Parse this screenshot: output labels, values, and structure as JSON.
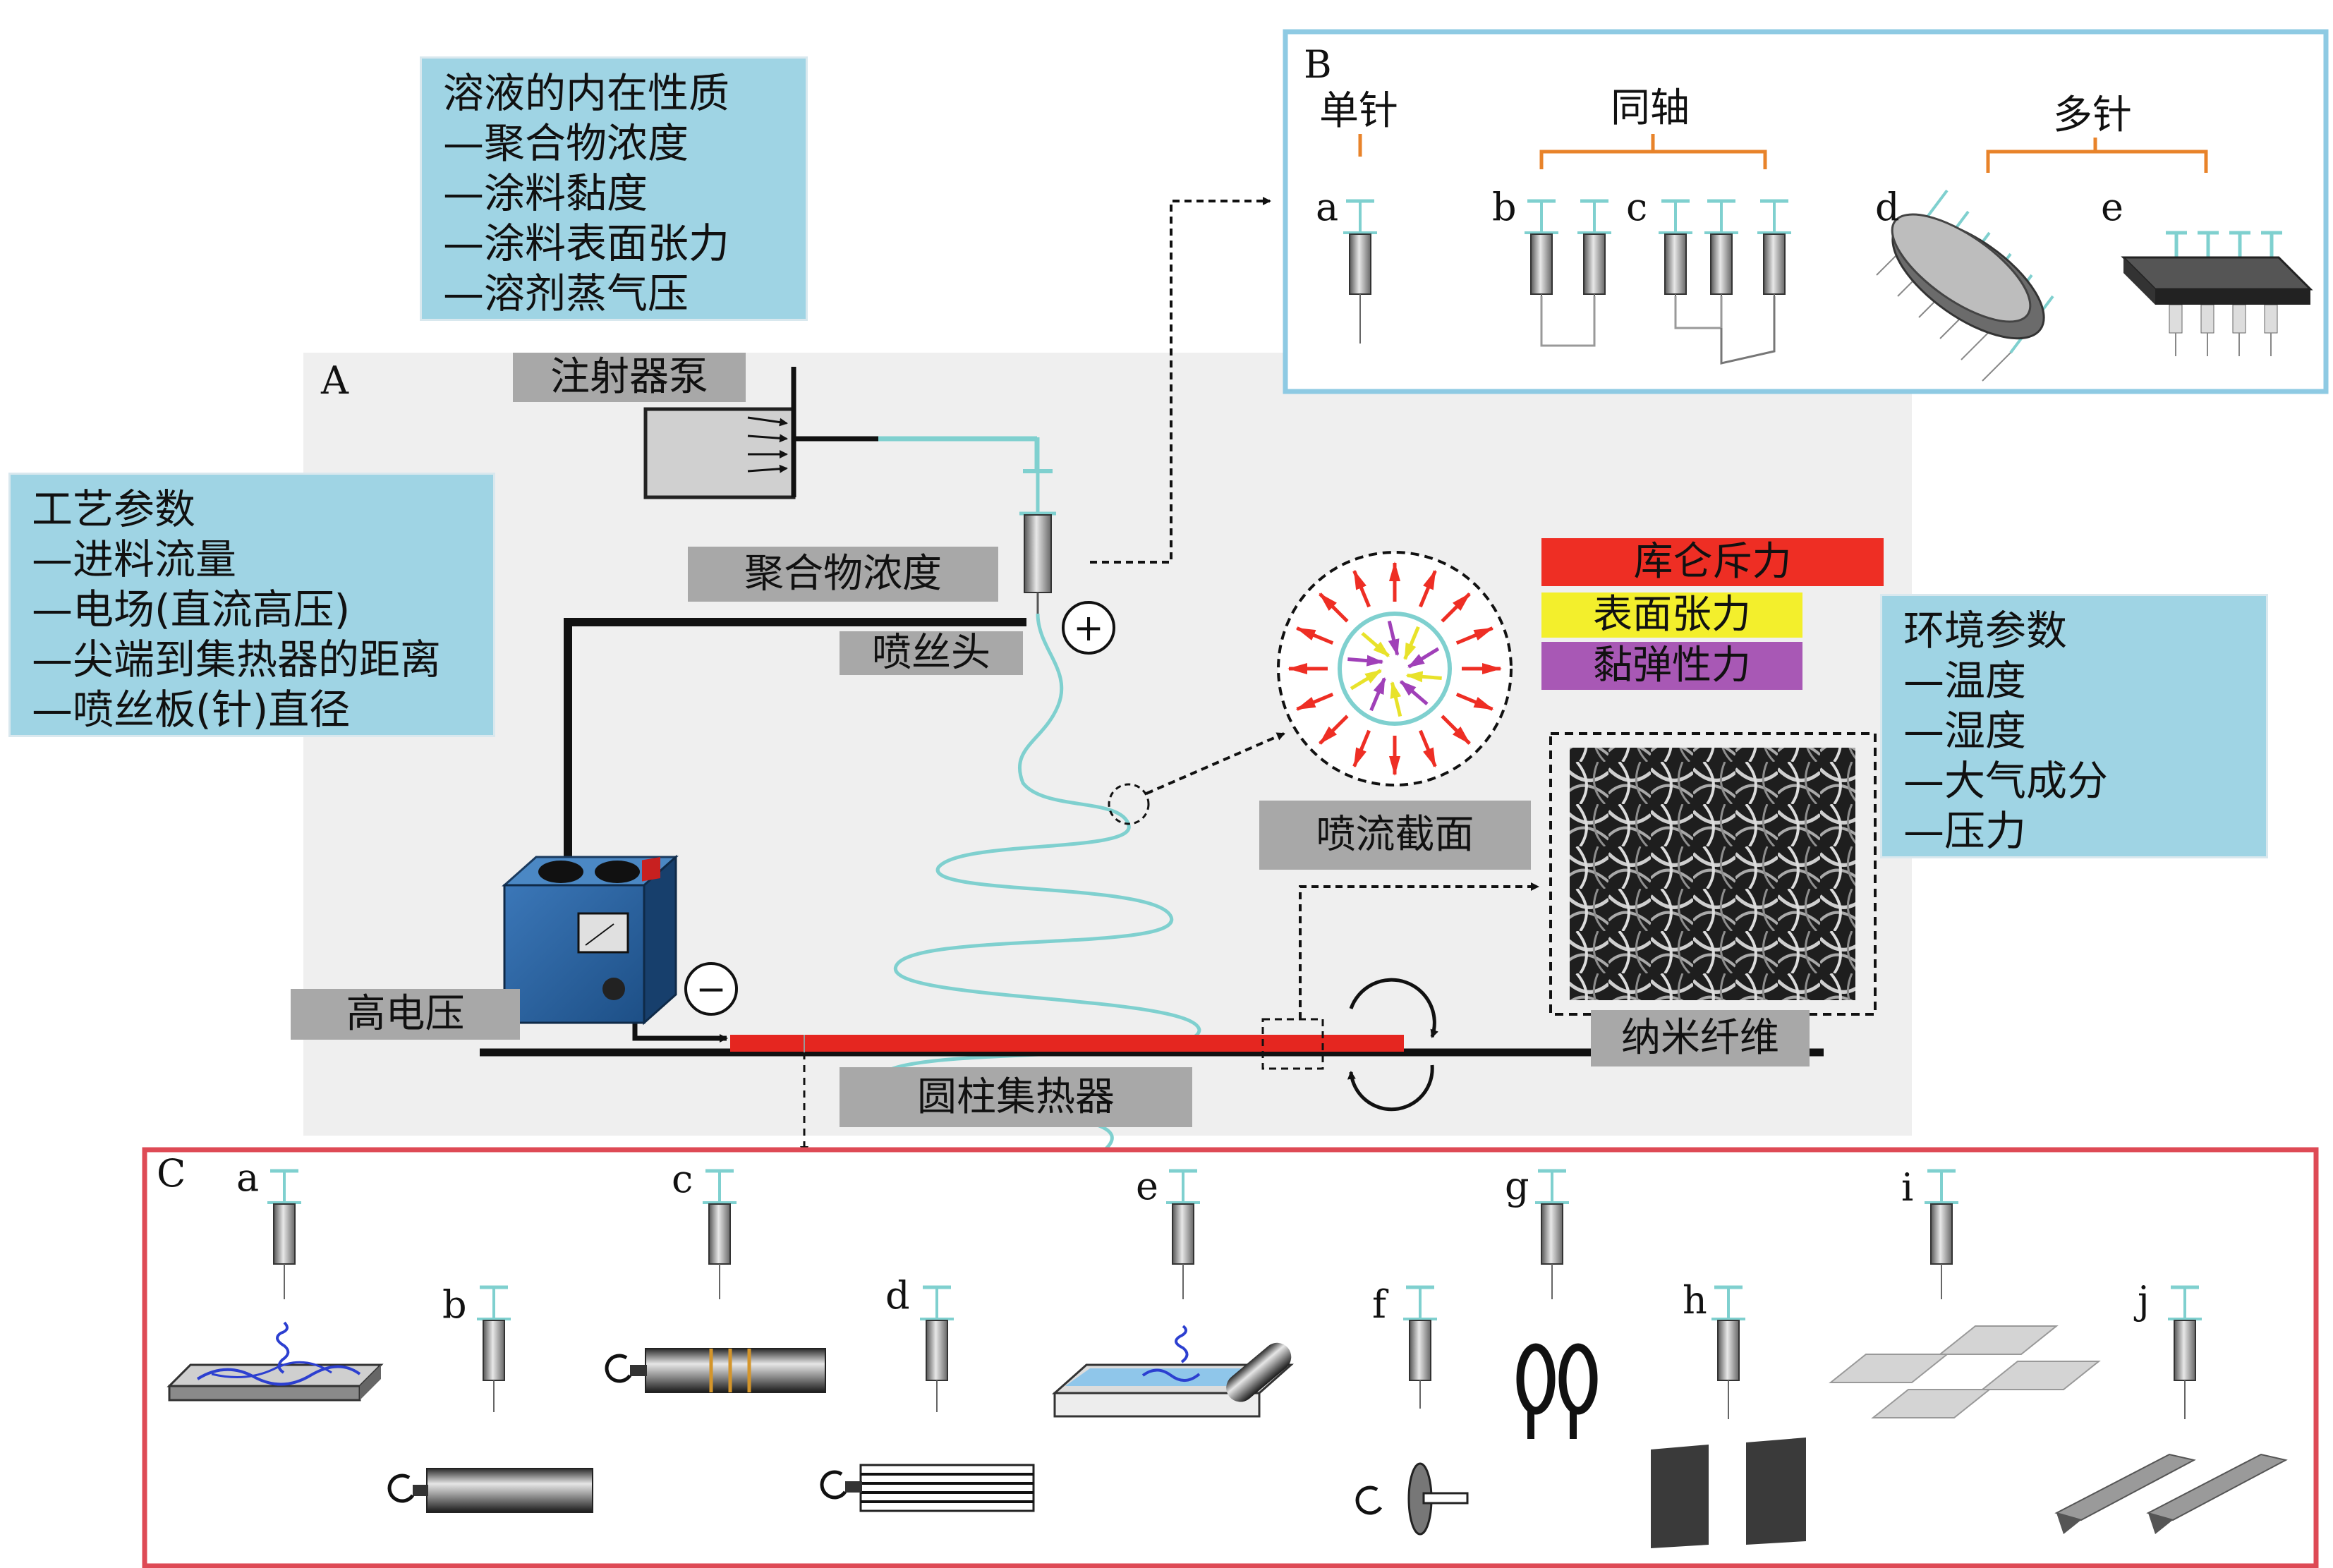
{
  "solution_box": {
    "title": "溶液的内在性质",
    "items": [
      "—聚合物浓度",
      "—涂料黏度",
      "—涂料表面张力",
      "—溶剂蒸气压"
    ]
  },
  "process_box": {
    "title": "工艺参数",
    "items": [
      "—进料流量",
      "—电场(直流高压)",
      "—尖端到集热器的距离",
      "—喷丝板(针)直径"
    ]
  },
  "environment_box": {
    "title": "环境参数",
    "items": [
      "—温度",
      "—湿度",
      "—大气成分",
      "—压力"
    ]
  },
  "labels": {
    "pump": "注射器泵",
    "polymer_conc": "聚合物浓度",
    "spinneret": "喷丝头",
    "high_voltage": "高电压",
    "collector": "圆柱集热器",
    "jet_section": "喷流截面",
    "nanofiber": "纳米纤维",
    "plus": "+",
    "minus": "−"
  },
  "forces": [
    {
      "label": "库仑斥力",
      "color": "#ee2e24"
    },
    {
      "label": "表面张力",
      "color": "#f3ef2c"
    },
    {
      "label": "黏弹性力",
      "color": "#a858b5"
    }
  ],
  "panel_b": {
    "letter": "B",
    "groups": [
      "单针",
      "同轴",
      "多针"
    ],
    "sub_letters": [
      "a",
      "b",
      "c",
      "d",
      "e"
    ]
  },
  "panel_a": {
    "letter": "A"
  },
  "panel_c": {
    "letter": "C",
    "sub_letters": [
      "a",
      "b",
      "c",
      "d",
      "e",
      "f",
      "g",
      "h",
      "i",
      "j"
    ]
  },
  "colors": {
    "info_box": "#9fd4e4",
    "label_gray": "#a8a8a8",
    "panel_b_border": "#8ecae3",
    "panel_c_border": "#de4a55",
    "collector_red": "#e52620",
    "jet_teal": "#7fd0cf",
    "power_supply_blue": "#2a5f9a"
  }
}
